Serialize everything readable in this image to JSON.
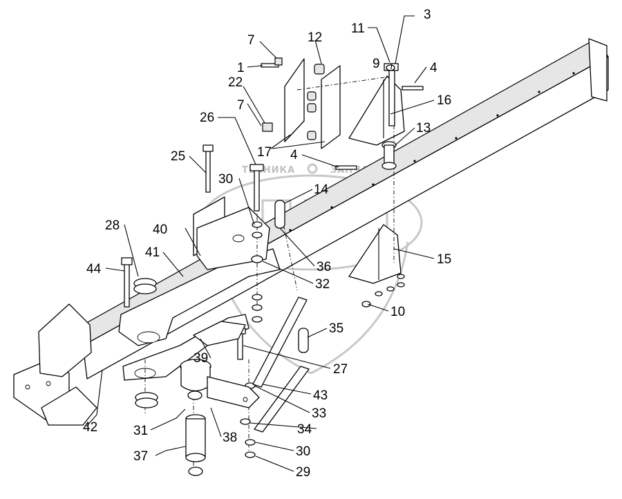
{
  "diagram": {
    "watermark": [
      "ТЕХНИКА",
      "ЗАПЧАСТИ"
    ],
    "callouts": [
      {
        "id": "c3",
        "text": "3"
      },
      {
        "id": "c11",
        "text": "11"
      },
      {
        "id": "c12",
        "text": "12"
      },
      {
        "id": "c7a",
        "text": "7"
      },
      {
        "id": "c1",
        "text": "1"
      },
      {
        "id": "c9",
        "text": "9"
      },
      {
        "id": "c4a",
        "text": "4"
      },
      {
        "id": "c22",
        "text": "22"
      },
      {
        "id": "c16",
        "text": "16"
      },
      {
        "id": "c7b",
        "text": "7"
      },
      {
        "id": "c26",
        "text": "26"
      },
      {
        "id": "c13",
        "text": "13"
      },
      {
        "id": "c17",
        "text": "17"
      },
      {
        "id": "c4b",
        "text": "4"
      },
      {
        "id": "c25",
        "text": "25"
      },
      {
        "id": "c30a",
        "text": "30"
      },
      {
        "id": "c14",
        "text": "14"
      },
      {
        "id": "c28",
        "text": "28"
      },
      {
        "id": "c40",
        "text": "40"
      },
      {
        "id": "c15",
        "text": "15"
      },
      {
        "id": "c41",
        "text": "41"
      },
      {
        "id": "c36",
        "text": "36"
      },
      {
        "id": "c44",
        "text": "44"
      },
      {
        "id": "c32",
        "text": "32"
      },
      {
        "id": "c10",
        "text": "10"
      },
      {
        "id": "c35",
        "text": "35"
      },
      {
        "id": "c39",
        "text": "39"
      },
      {
        "id": "c27",
        "text": "27"
      },
      {
        "id": "c43",
        "text": "43"
      },
      {
        "id": "c33",
        "text": "33"
      },
      {
        "id": "c42",
        "text": "42"
      },
      {
        "id": "c34",
        "text": "34"
      },
      {
        "id": "c31",
        "text": "31"
      },
      {
        "id": "c38",
        "text": "38"
      },
      {
        "id": "c30b",
        "text": "30"
      },
      {
        "id": "c37",
        "text": "37"
      },
      {
        "id": "c29",
        "text": "29"
      }
    ]
  }
}
